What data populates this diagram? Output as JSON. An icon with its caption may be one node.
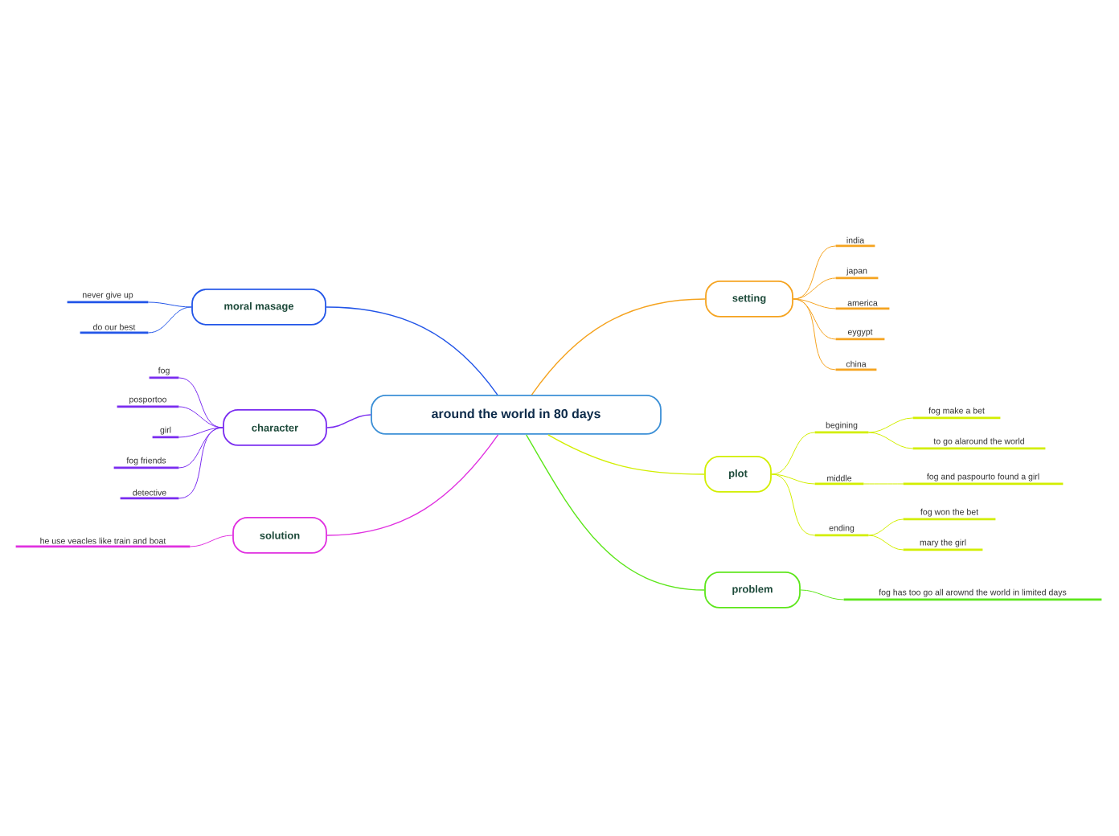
{
  "diagram": {
    "nodes": [
      {
        "text": [
          "around the world in 80 days"
        ]
      },
      {
        "text": [
          "moral masage"
        ]
      },
      {
        "text": [
          "never give up"
        ]
      },
      {
        "text": [
          "do our best"
        ]
      },
      {
        "text": [
          "character"
        ]
      },
      {
        "text": [
          "fog"
        ]
      },
      {
        "text": [
          "posportoo"
        ]
      },
      {
        "text": [
          "girl"
        ]
      },
      {
        "text": [
          "fog friends"
        ]
      },
      {
        "text": [
          "detective"
        ]
      },
      {
        "text": [
          "solution"
        ]
      },
      {
        "text": [
          "he use veacles like train and boat"
        ]
      },
      {
        "text": [
          "setting"
        ]
      },
      {
        "text": [
          "india"
        ]
      },
      {
        "text": [
          "japan"
        ]
      },
      {
        "text": [
          "america"
        ]
      },
      {
        "text": [
          "eygypt"
        ]
      },
      {
        "text": [
          "china"
        ]
      },
      {
        "text": [
          "plot"
        ]
      },
      {
        "text": [
          "begining"
        ]
      },
      {
        "text": [
          "fog make a bet"
        ]
      },
      {
        "text": [
          "to go alaround the world"
        ]
      },
      {
        "text": [
          "middle"
        ]
      },
      {
        "text": [
          "fog and paspourto found a girl"
        ]
      },
      {
        "text": [
          "ending"
        ]
      },
      {
        "text": [
          "fog won the bet"
        ]
      },
      {
        "text": [
          "mary the girl"
        ]
      },
      {
        "text": [
          "problem"
        ]
      },
      {
        "text": [
          "fog has too go all arownd the world in limited days"
        ]
      }
    ],
    "edges": [
      {
        "from": 0,
        "to": 1,
        "arrow": "none",
        "color": "#2255e8"
      },
      {
        "from": 1,
        "to": 2,
        "arrow": "none",
        "color": "#2255e8"
      },
      {
        "from": 1,
        "to": 3,
        "arrow": "none",
        "color": "#2255e8"
      },
      {
        "from": 0,
        "to": 4,
        "arrow": "none",
        "color": "#7a2cf0"
      },
      {
        "from": 4,
        "to": 5,
        "arrow": "none",
        "color": "#7a2cf0"
      },
      {
        "from": 4,
        "to": 6,
        "arrow": "none",
        "color": "#7a2cf0"
      },
      {
        "from": 4,
        "to": 7,
        "arrow": "none",
        "color": "#7a2cf0"
      },
      {
        "from": 4,
        "to": 8,
        "arrow": "none",
        "color": "#7a2cf0"
      },
      {
        "from": 4,
        "to": 9,
        "arrow": "none",
        "color": "#7a2cf0"
      },
      {
        "from": 0,
        "to": 10,
        "arrow": "none",
        "color": "#e030e0"
      },
      {
        "from": 10,
        "to": 11,
        "arrow": "none",
        "color": "#e030e0"
      },
      {
        "from": 0,
        "to": 12,
        "arrow": "none",
        "color": "#f5a31f"
      },
      {
        "from": 12,
        "to": 13,
        "arrow": "none",
        "color": "#f5a31f"
      },
      {
        "from": 12,
        "to": 14,
        "arrow": "none",
        "color": "#f5a31f"
      },
      {
        "from": 12,
        "to": 15,
        "arrow": "none",
        "color": "#f5a31f"
      },
      {
        "from": 12,
        "to": 16,
        "arrow": "none",
        "color": "#f5a31f"
      },
      {
        "from": 12,
        "to": 17,
        "arrow": "none",
        "color": "#f5a31f"
      },
      {
        "from": 0,
        "to": 18,
        "arrow": "none",
        "color": "#d2ee00"
      },
      {
        "from": 18,
        "to": 19,
        "arrow": "none",
        "color": "#d2ee00"
      },
      {
        "from": 19,
        "to": 20,
        "arrow": "none",
        "color": "#d2ee00"
      },
      {
        "from": 19,
        "to": 21,
        "arrow": "none",
        "color": "#d2ee00"
      },
      {
        "from": 18,
        "to": 22,
        "arrow": "none",
        "color": "#d2ee00"
      },
      {
        "from": 22,
        "to": 23,
        "arrow": "none",
        "color": "#d2ee00"
      },
      {
        "from": 18,
        "to": 24,
        "arrow": "none",
        "color": "#d2ee00"
      },
      {
        "from": 24,
        "to": 25,
        "arrow": "none",
        "color": "#d2ee00"
      },
      {
        "from": 24,
        "to": 26,
        "arrow": "none",
        "color": "#d2ee00"
      },
      {
        "from": 0,
        "to": 27,
        "arrow": "none",
        "color": "#5ce61a"
      },
      {
        "from": 27,
        "to": 28,
        "arrow": "none",
        "color": "#5ce61a"
      }
    ]
  }
}
